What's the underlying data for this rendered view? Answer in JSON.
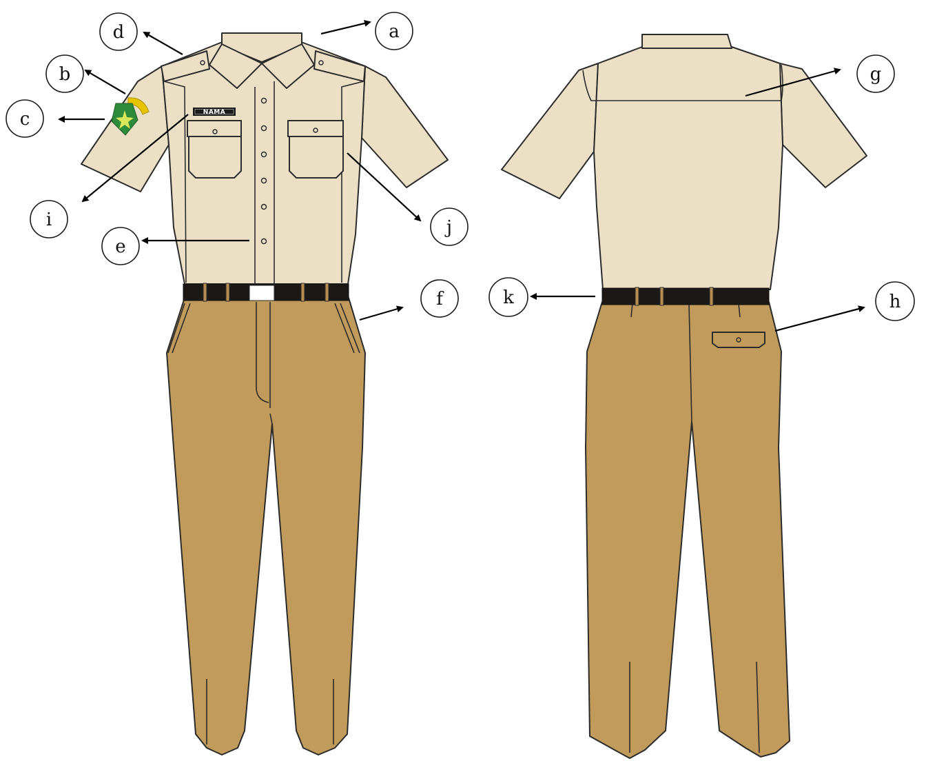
{
  "nametag": {
    "text": "NAMA"
  },
  "labels": {
    "a": "a",
    "b": "b",
    "c": "c",
    "d": "d",
    "e": "e",
    "f": "f",
    "g": "g",
    "h": "h",
    "i": "i",
    "j": "j",
    "k": "k"
  },
  "colors": {
    "shirt": "#ebdfc6",
    "pants": "#c09b5b",
    "belt": "#1c1815",
    "buckle": "#ffffff",
    "badge_green": "#2e8b3c",
    "badge_yellow": "#e6c400"
  }
}
